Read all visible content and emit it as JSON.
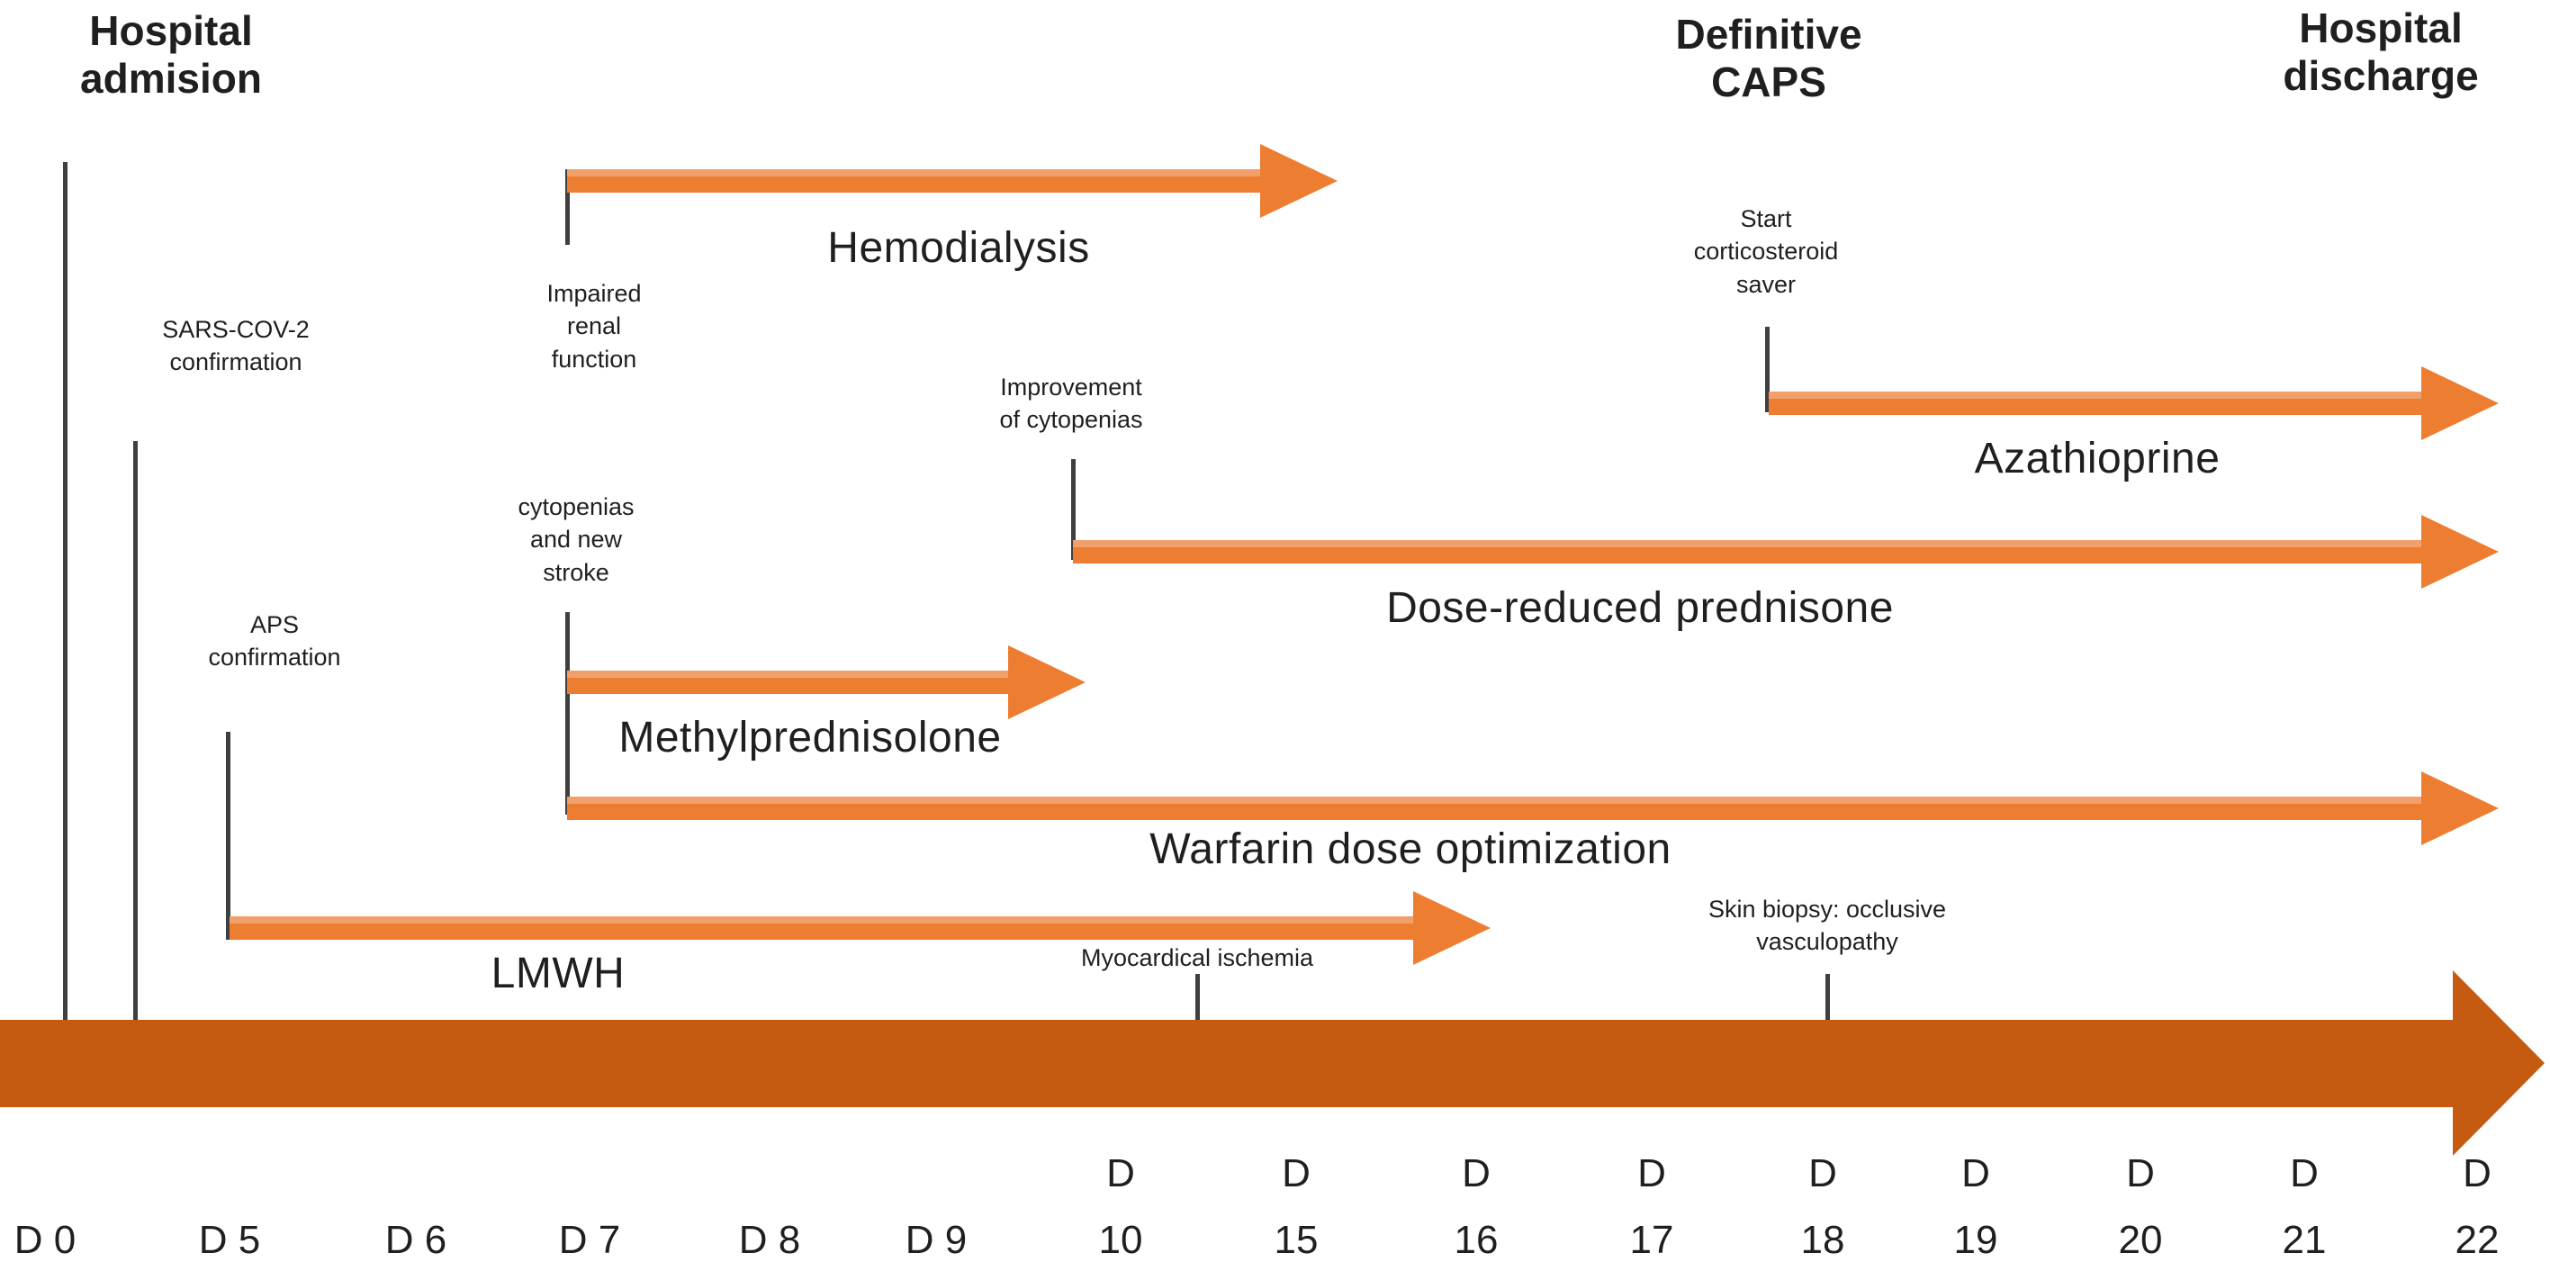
{
  "colors": {
    "arrow": "#ED7D31",
    "arrow_light": "#F2A06B",
    "timeline": "#C55A11",
    "tick": "#3F3F3F",
    "text": "#1F1F1F"
  },
  "titles": {
    "admission": "Hospital\nadmision",
    "definitive_caps": "Definitive\nCAPS",
    "discharge": "Hospital\ndischarge"
  },
  "events": {
    "sars": "SARS-COV-2\nconfirmation",
    "aps": "APS\nconfirmation",
    "renal": "Impaired\nrenal\nfunction",
    "cytopenias": "cytopenias\nand new\nstroke",
    "improvement": "Improvement\nof cytopenias",
    "corticosteroid": "Start\ncorticosteroid\nsaver",
    "myocardial": "Myocardical ischemia",
    "biopsy": "Skin biopsy: occlusive\nvasculopathy"
  },
  "treatments": {
    "hemodialysis": "Hemodialysis",
    "azathioprine": "Azathioprine",
    "prednisone": "Dose-reduced prednisone",
    "methylprednisolone": "Methylprednisolone",
    "warfarin": "Warfarin dose optimization",
    "lmwh": "LMWH"
  },
  "timeline": {
    "days": [
      {
        "l1": "",
        "l2": "D 0"
      },
      {
        "l1": "",
        "l2": "D 5"
      },
      {
        "l1": "",
        "l2": "D 6"
      },
      {
        "l1": "",
        "l2": "D 7"
      },
      {
        "l1": "",
        "l2": "D 8"
      },
      {
        "l1": "",
        "l2": "D 9"
      },
      {
        "l1": "D",
        "l2": "10"
      },
      {
        "l1": "D",
        "l2": "15"
      },
      {
        "l1": "D",
        "l2": "16"
      },
      {
        "l1": "D",
        "l2": "17"
      },
      {
        "l1": "D",
        "l2": "18"
      },
      {
        "l1": "D",
        "l2": "19"
      },
      {
        "l1": "D",
        "l2": "20"
      },
      {
        "l1": "D",
        "l2": "21"
      },
      {
        "l1": "D",
        "l2": "22"
      }
    ]
  }
}
